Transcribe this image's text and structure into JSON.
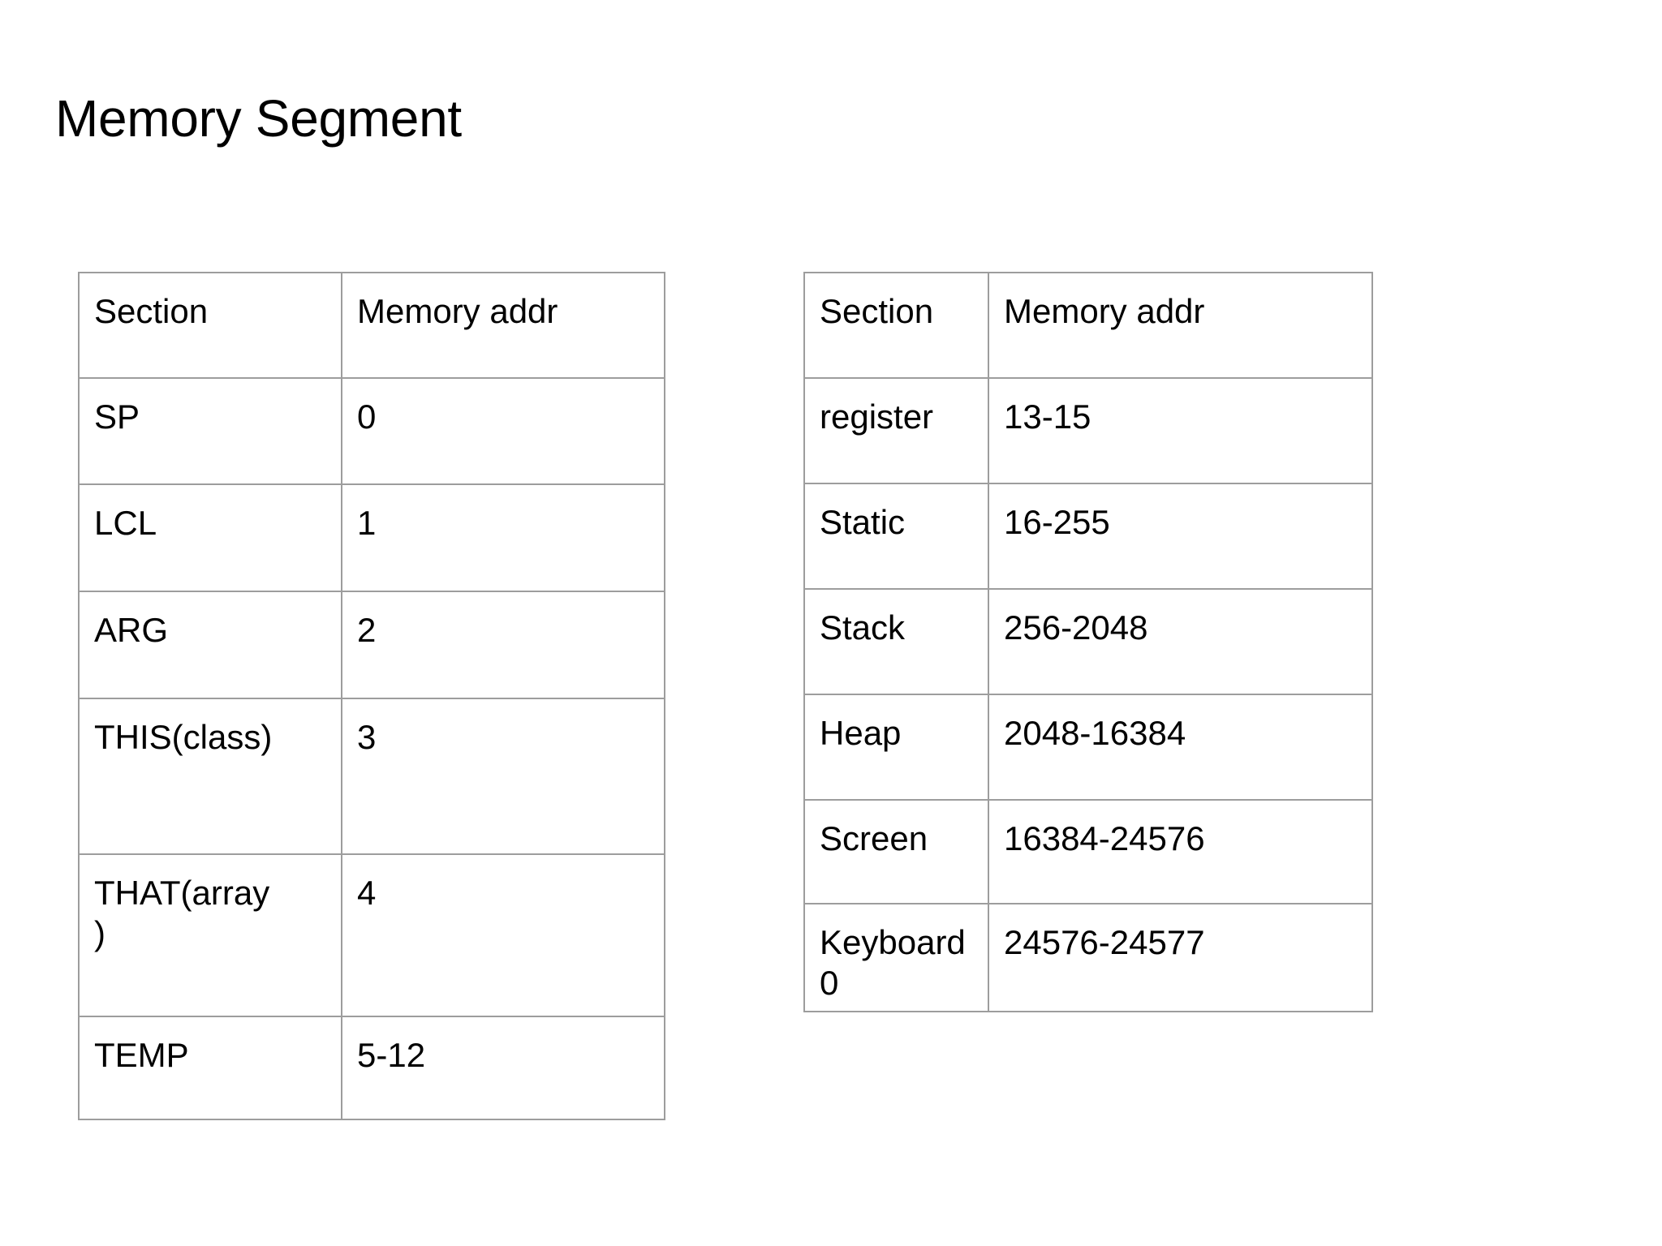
{
  "slide": {
    "title": "Memory Segment",
    "background_color": "#ffffff",
    "text_color": "#000000",
    "border_color": "#9d9d9d"
  },
  "tables": [
    {
      "id": "left",
      "name": "vm-memory-segments-table",
      "headers": [
        "Section",
        "Memory addr"
      ],
      "rows": [
        {
          "section": "SP",
          "addr": "0"
        },
        {
          "section": "LCL",
          "addr": "1"
        },
        {
          "section": "ARG",
          "addr": "2"
        },
        {
          "section": "THIS(class)",
          "addr": "3"
        },
        {
          "section": "THAT(array\n)",
          "addr": "4"
        },
        {
          "section": "TEMP",
          "addr": "5-12"
        }
      ]
    },
    {
      "id": "right",
      "name": "ram-address-map-table",
      "headers": [
        "Section",
        "Memory addr"
      ],
      "rows": [
        {
          "section": "register",
          "addr": "13-15"
        },
        {
          "section": "Static",
          "addr": "16-255"
        },
        {
          "section": "Stack",
          "addr": "256-2048"
        },
        {
          "section": "Heap",
          "addr": "2048-16384"
        },
        {
          "section": "Screen",
          "addr": "16384-24576"
        },
        {
          "section": "Keyboard0",
          "addr": "24576-24577"
        }
      ]
    }
  ]
}
